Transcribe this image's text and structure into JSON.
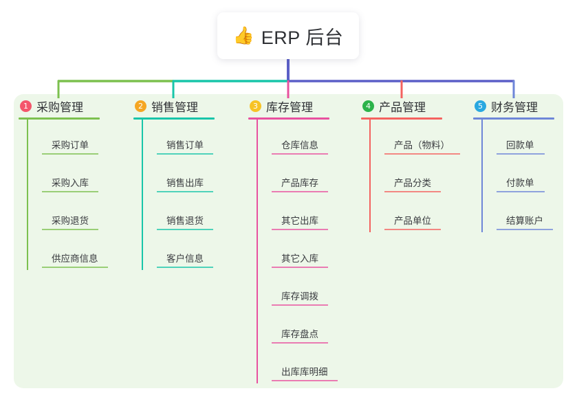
{
  "title": {
    "icon": "thumbs-up-emoji",
    "emoji": "👍",
    "text": "ERP 后台"
  },
  "colors": {
    "panel_bg": "#edf7e9",
    "stem": "#5b5fc7",
    "green": "#7cc04f",
    "teal": "#18c5a9",
    "pink": "#e8519f",
    "red": "#f4625f",
    "blue": "#6e86d8",
    "badge_1": "#f4566b",
    "badge_2": "#f5a623",
    "badge_3": "#f7c325",
    "badge_4": "#2cb34a",
    "badge_5": "#29a8e0"
  },
  "columns": [
    {
      "index": "1",
      "badge_color": "#f4566b",
      "line_color": "#7cc04f",
      "title": "采购管理",
      "underline_width": 118,
      "children": [
        {
          "label": "采购订单",
          "underline_width": 82
        },
        {
          "label": "采购入库",
          "underline_width": 82
        },
        {
          "label": "采购退货",
          "underline_width": 82
        },
        {
          "label": "供应商信息",
          "underline_width": 96
        }
      ]
    },
    {
      "index": "2",
      "badge_color": "#f5a623",
      "line_color": "#18c5a9",
      "title": "销售管理",
      "underline_width": 118,
      "children": [
        {
          "label": "销售订单",
          "underline_width": 82
        },
        {
          "label": "销售出库",
          "underline_width": 82
        },
        {
          "label": "销售退货",
          "underline_width": 82
        },
        {
          "label": "客户信息",
          "underline_width": 82
        }
      ]
    },
    {
      "index": "3",
      "badge_color": "#f7c325",
      "line_color": "#e8519f",
      "title": "库存管理",
      "underline_width": 118,
      "children": [
        {
          "label": "仓库信息",
          "underline_width": 82
        },
        {
          "label": "产品库存",
          "underline_width": 82
        },
        {
          "label": "其它出库",
          "underline_width": 82
        },
        {
          "label": "其它入库",
          "underline_width": 82
        },
        {
          "label": "库存调拨",
          "underline_width": 82
        },
        {
          "label": "库存盘点",
          "underline_width": 82
        },
        {
          "label": "出库库明细",
          "underline_width": 96
        }
      ]
    },
    {
      "index": "4",
      "badge_color": "#2cb34a",
      "line_color": "#f4625f",
      "title": "产品管理",
      "underline_width": 118,
      "children": [
        {
          "label": "产品（物料）",
          "underline_width": 110
        },
        {
          "label": "产品分类",
          "underline_width": 82
        },
        {
          "label": "产品单位",
          "underline_width": 82
        }
      ]
    },
    {
      "index": "5",
      "badge_color": "#29a8e0",
      "line_color": "#6e86d8",
      "title": "财务管理",
      "underline_width": 118,
      "children": [
        {
          "label": "回款单",
          "underline_width": 70
        },
        {
          "label": "付款单",
          "underline_width": 70
        },
        {
          "label": "结算账户",
          "underline_width": 82
        }
      ]
    }
  ]
}
